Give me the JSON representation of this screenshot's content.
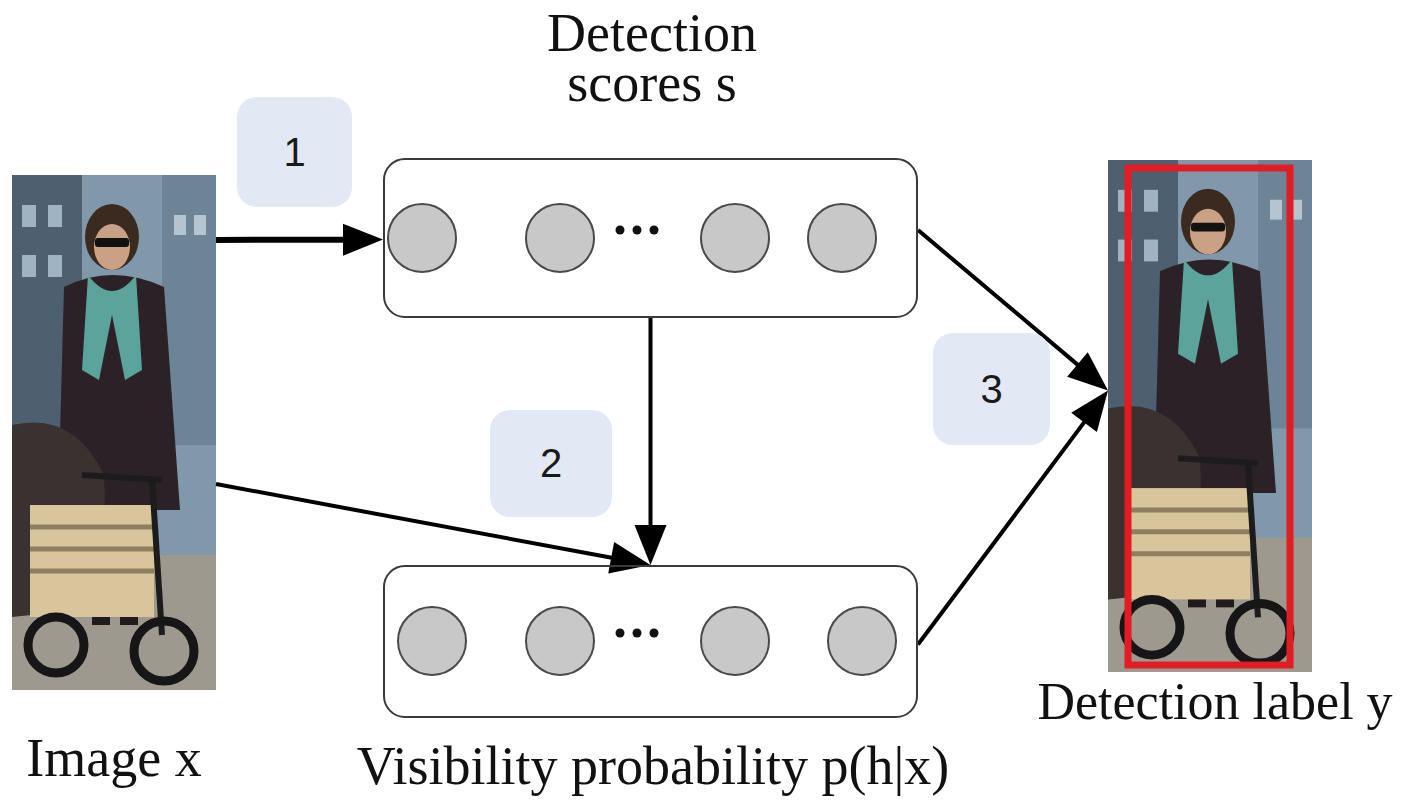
{
  "diagram": {
    "nodes": [
      {
        "text": [
          "Image x"
        ]
      },
      {
        "text": [
          "Detection scores s"
        ]
      },
      {
        "text": [
          "Visibility probability p(h|x)"
        ]
      },
      {
        "text": [
          "Detection label y"
        ]
      }
    ],
    "edges": [
      {
        "from": 0,
        "to": 1,
        "arrow": "to"
      },
      {
        "from": 1,
        "to": 2,
        "arrow": "to"
      },
      {
        "from": 0,
        "to": 2,
        "arrow": "to"
      },
      {
        "from": 1,
        "to": 3,
        "arrow": "to"
      },
      {
        "from": 2,
        "to": 3,
        "arrow": "to"
      }
    ],
    "labels": [
      "1",
      "2",
      "3"
    ]
  }
}
